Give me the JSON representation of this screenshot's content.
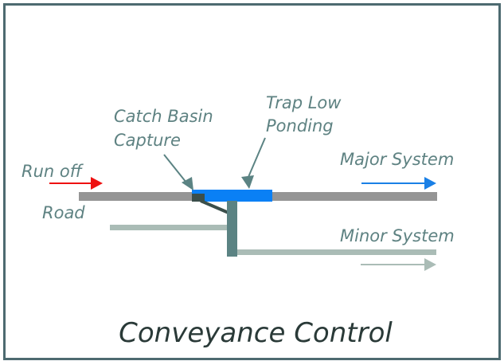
{
  "diagram": {
    "title": "Conveyance Control",
    "labels": {
      "run_off": "Run off",
      "road": "Road",
      "catch_basin_line1": "Catch Basin",
      "catch_basin_line2": "Capture",
      "trap_low_line1": "Trap Low",
      "trap_low_line2": "Ponding",
      "major_system": "Major System",
      "minor_system": "Minor System"
    },
    "colors": {
      "frame": "#4d6a70",
      "road": "#959595",
      "ponding": "#0a80f5",
      "catch_basin": "#3b4f4b",
      "pipe_vertical": "#5b8383",
      "minor_pipe": "#aabcb6",
      "run_off_arrow": "#ee1111",
      "major_arrow": "#1a80e6",
      "minor_arrow": "#aabcb6",
      "label_text": "#5e8282",
      "title_text": "#2a3a38"
    }
  }
}
